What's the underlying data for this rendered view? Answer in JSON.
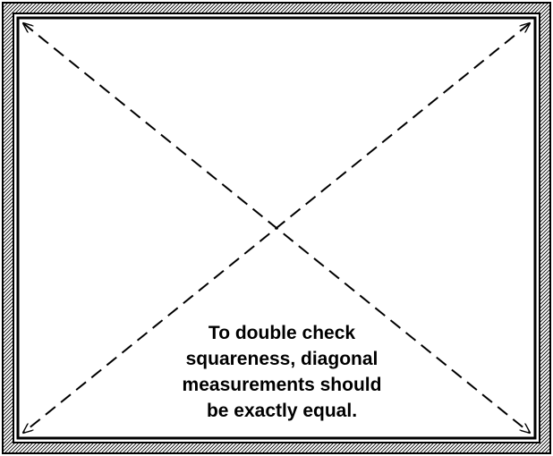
{
  "caption": {
    "lines": [
      "To double check",
      "squareness, diagonal",
      "measurements should",
      "be exactly equal."
    ]
  },
  "colors": {
    "line": "#000000",
    "background": "#ffffff"
  }
}
